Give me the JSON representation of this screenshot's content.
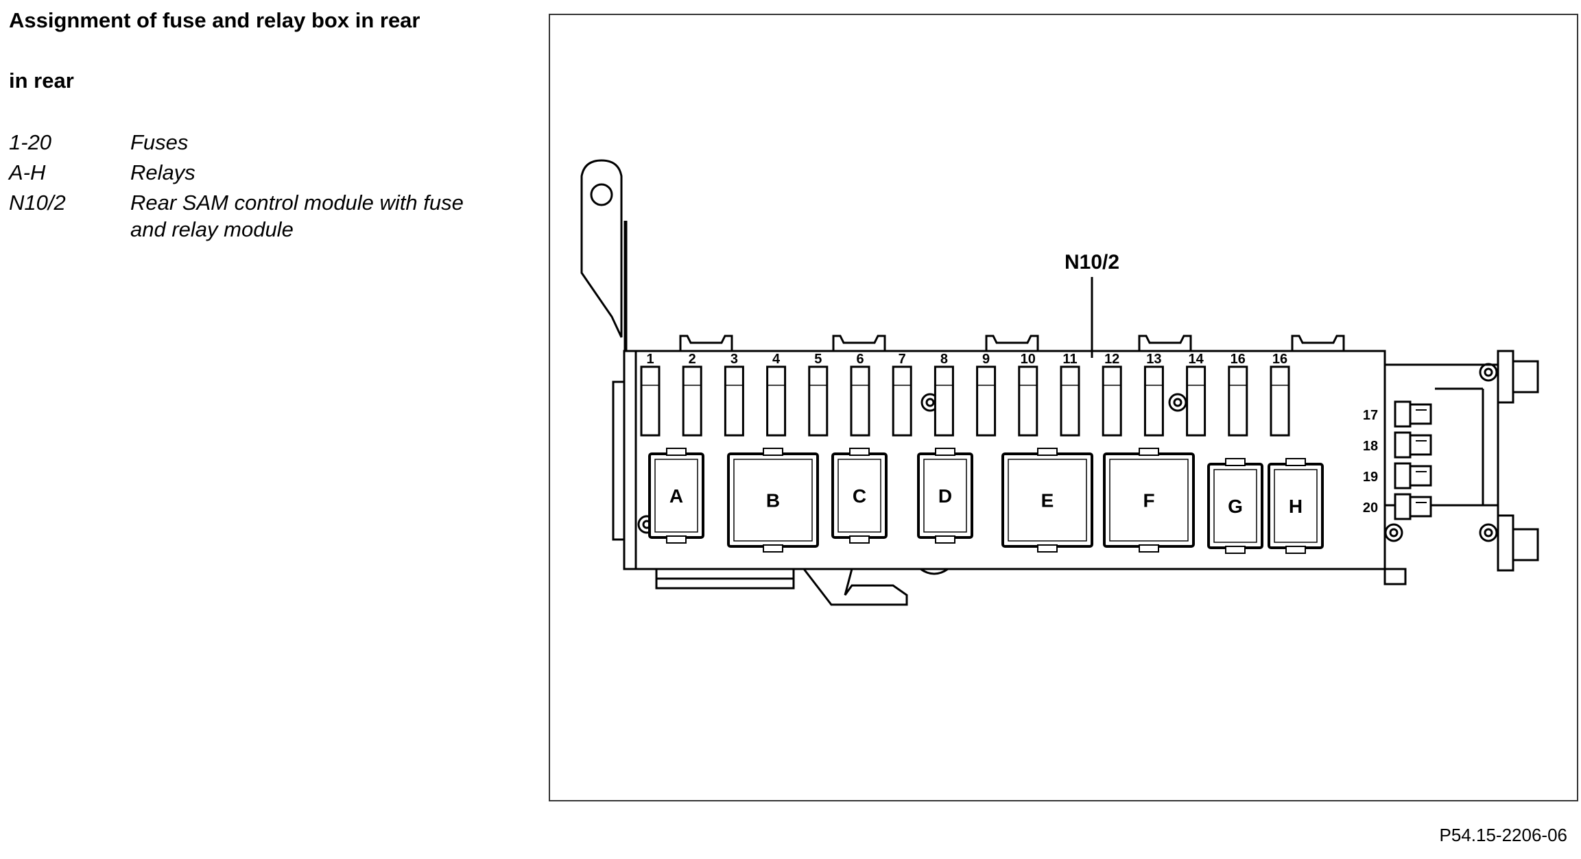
{
  "header": {
    "title": "Assignment of fuse and relay box in rear",
    "subtitle": "in rear"
  },
  "legend": [
    {
      "code": "1-20",
      "desc": "Fuses"
    },
    {
      "code": "A-H",
      "desc": "Relays"
    },
    {
      "code": "N10/2",
      "desc": "Rear SAM control module with fuse and relay module"
    }
  ],
  "diagram": {
    "module_label": "N10/2",
    "top_fuses": [
      "1",
      "2",
      "3",
      "4",
      "5",
      "6",
      "7",
      "8",
      "9",
      "10",
      "11",
      "12",
      "13",
      "14",
      "16",
      "16"
    ],
    "side_fuses": [
      "17",
      "18",
      "19",
      "20"
    ],
    "relays": [
      "A",
      "B",
      "C",
      "D",
      "E",
      "F",
      "G",
      "H"
    ]
  },
  "caption": "P54.15-2206-06"
}
